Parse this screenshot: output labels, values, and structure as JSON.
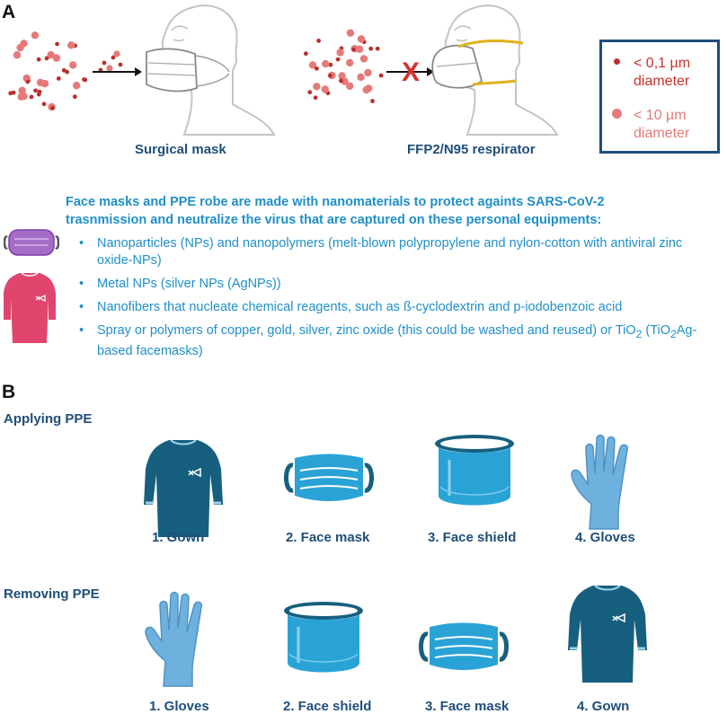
{
  "panel_a": {
    "letter": "A",
    "surgical_mask_label": "Surgical  mask",
    "respirator_label": "FFP2/N95 respirator",
    "blocked_symbol": "X",
    "legend": [
      {
        "bullet": "•",
        "line1": "< 0,1 µm",
        "line2": "diameter",
        "color": "#b8302f"
      },
      {
        "bullet": "•",
        "line1": "< 10 µm",
        "line2": "diameter",
        "color": "#e47a7a"
      }
    ],
    "intro_line1": "Face masks and PPE robe are made with nanomaterials to protect againts SARS-CoV-2",
    "intro_line2": "trasnmission and neutralize the virus that are captured on these personal equipments:",
    "bullets": [
      {
        "text": "Nanoparticles (NPs) and nanopolymers (melt-blown polypropylene and nylon-cotton with antiviral zinc oxide-NPs)"
      },
      {
        "text": "Metal NPs (silver NPs (AgNPs))"
      },
      {
        "text": "Nanofibers that nucleate chemical reagents, such as ß-cyclodextrin and p-iodobenzoic acid"
      },
      {
        "text_a": "Spray or polymers of copper, gold, silver, zinc oxide (this could be washed and reused) or TiO",
        "sub1": "2",
        "text_b": " (TiO",
        "sub2": "2",
        "text_c": "Ag-based facemasks)"
      }
    ],
    "bullet_char": "•"
  },
  "panel_b": {
    "letter": "B",
    "applying_title": "Applying PPE",
    "removing_title": "Removing PPE",
    "applying": [
      {
        "label": "1. Gown",
        "icon": "gown-icon"
      },
      {
        "label": "2. Face mask",
        "icon": "face-mask-icon"
      },
      {
        "label": "3. Face shield",
        "icon": "face-shield-icon"
      },
      {
        "label": "4. Gloves",
        "icon": "glove-icon"
      }
    ],
    "removing": [
      {
        "label": "1. Gloves",
        "icon": "glove-icon"
      },
      {
        "label": "2.  Face shield",
        "icon": "face-shield-icon"
      },
      {
        "label": "3. Face mask",
        "icon": "face-mask-icon"
      },
      {
        "label": "4. Gown",
        "icon": "gown-icon"
      }
    ]
  },
  "colors": {
    "dark_navy": "#1f4e79",
    "bullet_blue": "#1f8fc9",
    "gown_teal": "#175f7e",
    "mask_blue": "#29a3d6",
    "glove_blue": "#6fb1de",
    "particle_dark": "#b8302f",
    "particle_light": "#e47a7a",
    "purple_mask": "#9b59b6",
    "pink_gown": "#e0456e",
    "respirator_band": "#e0b21a",
    "block_red": "#d93030"
  }
}
